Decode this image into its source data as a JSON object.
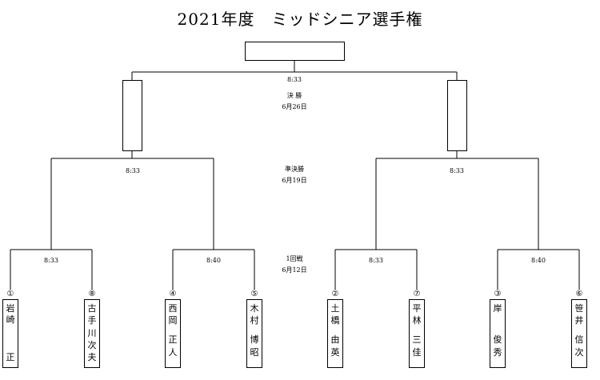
{
  "title": "2021年度　ミッドシニア選手権",
  "rounds": {
    "final": {
      "time": "8:33",
      "label": "決 勝",
      "date": "6月26日"
    },
    "semifinal": {
      "label": "準決勝",
      "date": "6月19日",
      "times": [
        "8:33",
        "8:33"
      ]
    },
    "first": {
      "label": "1回戦",
      "date": "6月12日",
      "times": [
        "8:33",
        "8:40",
        "8:33",
        "8:40"
      ]
    }
  },
  "players": [
    {
      "num": "①",
      "chars": [
        "岩",
        "崎",
        "",
        "",
        "正"
      ]
    },
    {
      "num": "⑧",
      "chars": [
        "古",
        "手",
        "川",
        "次",
        "夫"
      ]
    },
    {
      "num": "④",
      "chars": [
        "西",
        "岡",
        "",
        "正",
        "人"
      ]
    },
    {
      "num": "⑤",
      "chars": [
        "木",
        "村",
        "",
        "博",
        "昭"
      ]
    },
    {
      "num": "②",
      "chars": [
        "土",
        "橋",
        "",
        "由",
        "英"
      ]
    },
    {
      "num": "⑦",
      "chars": [
        "平",
        "林",
        "",
        "三",
        "佳"
      ]
    },
    {
      "num": "③",
      "chars": [
        "岸",
        "",
        "",
        "俊",
        "秀"
      ]
    },
    {
      "num": "⑥",
      "chars": [
        "笹",
        "井",
        "",
        "信",
        "次"
      ]
    }
  ]
}
